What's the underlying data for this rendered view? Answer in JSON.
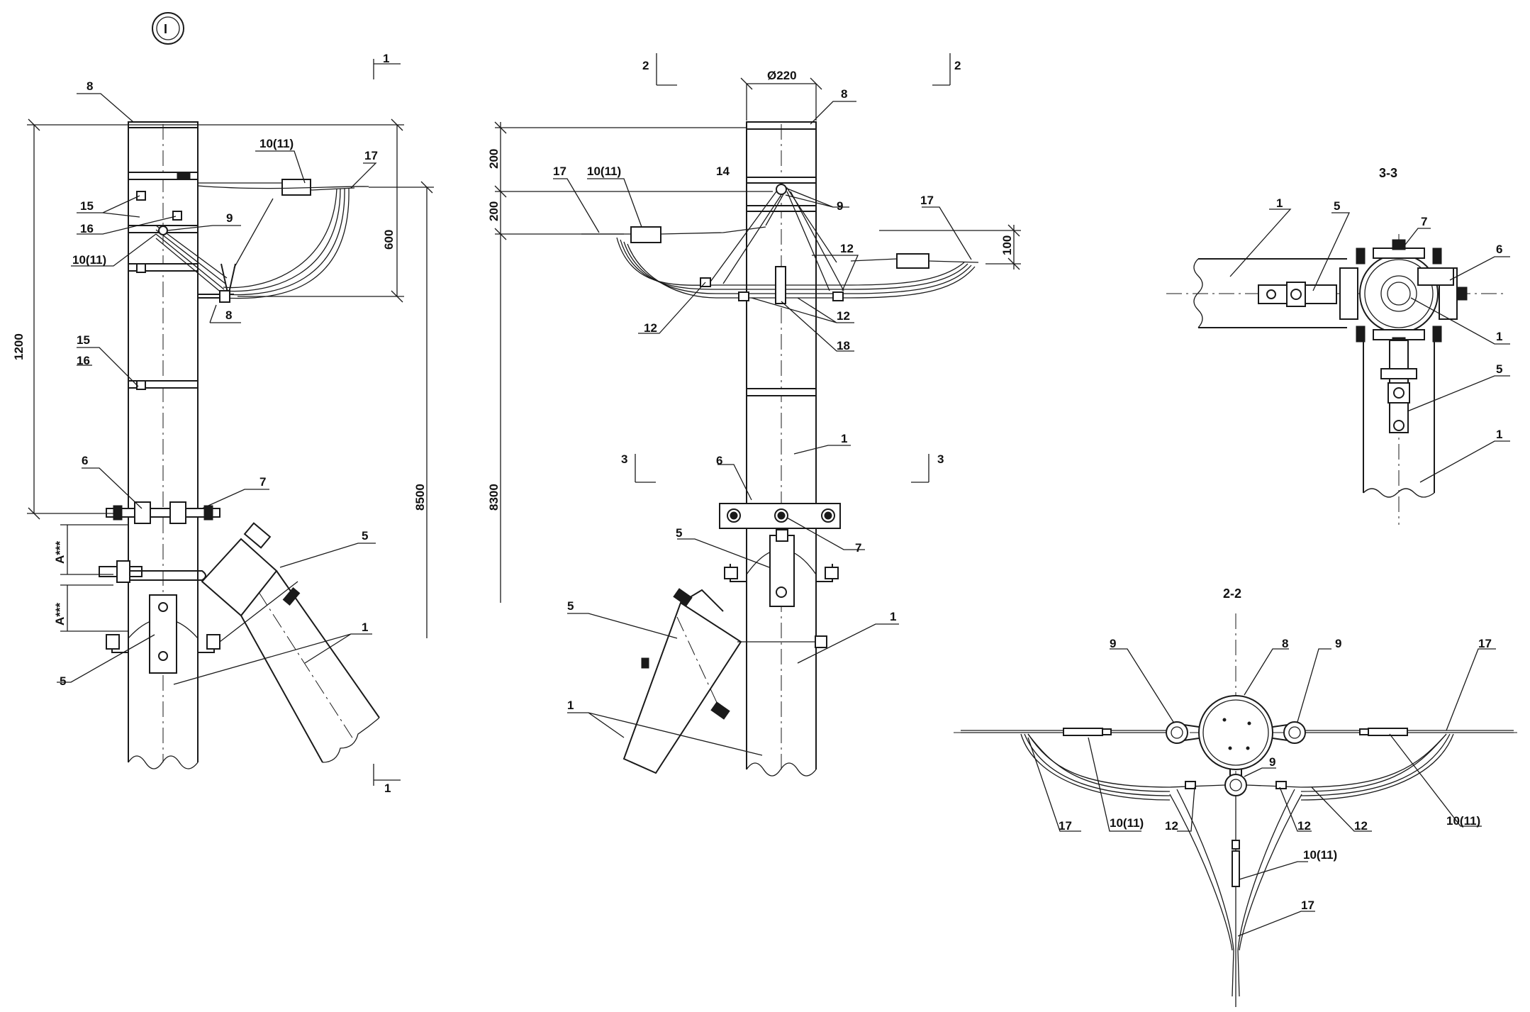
{
  "view_marker": "I",
  "sections": {
    "s22": "2-2",
    "s33": "3-3"
  },
  "cut_marks": {
    "c1": "1",
    "c2": "2",
    "c3": "3"
  },
  "dimensions": {
    "d1200": "1200",
    "d600": "600",
    "d8500": "8500",
    "d200": "200",
    "d8300": "8300",
    "d100": "100",
    "dia220": "Ø220",
    "a": "A***"
  },
  "labels": {
    "n1": "1",
    "n5": "5",
    "n6": "6",
    "n7": "7",
    "n8": "8",
    "n9": "9",
    "n10_11": "10(11)",
    "n12": "12",
    "n14": "14",
    "n15": "15",
    "n16": "16",
    "n17": "17",
    "n18": "18"
  }
}
